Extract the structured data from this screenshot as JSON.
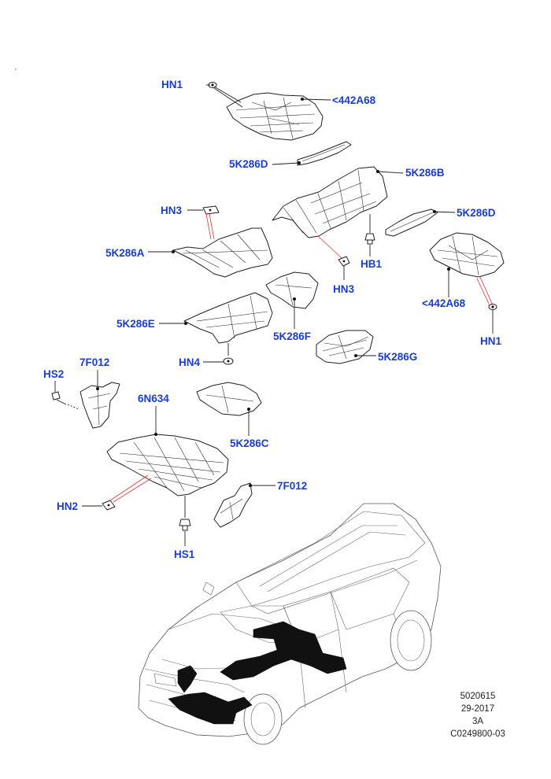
{
  "labels": {
    "hn1_top": "HN1",
    "a442_top": "<442A68",
    "k286d_mid": "5K286D",
    "k286b": "5K286B",
    "hn3_left": "HN3",
    "k286d_right": "5K286D",
    "k286a": "5K286A",
    "hb1": "HB1",
    "hn3_center": "HN3",
    "a442_right": "<442A68",
    "k286e": "5K286E",
    "k286f": "5K286F",
    "hn1_right": "HN1",
    "hn4": "HN4",
    "k286g": "5K286G",
    "hs2": "HS2",
    "f012_left": "7F012",
    "n634": "6N634",
    "k286c": "5K286C",
    "f012_right": "7F012",
    "hn2": "HN2",
    "hs1": "HS1"
  },
  "reference": {
    "line1": "5020615",
    "line2": "29-2017",
    "line3": "3A",
    "line4": "C0249800-03"
  },
  "colors": {
    "callout_text": "#1a3ccf",
    "leader_red": "#e03030",
    "line": "#1f1f1f",
    "shield_fill": "#111111"
  }
}
